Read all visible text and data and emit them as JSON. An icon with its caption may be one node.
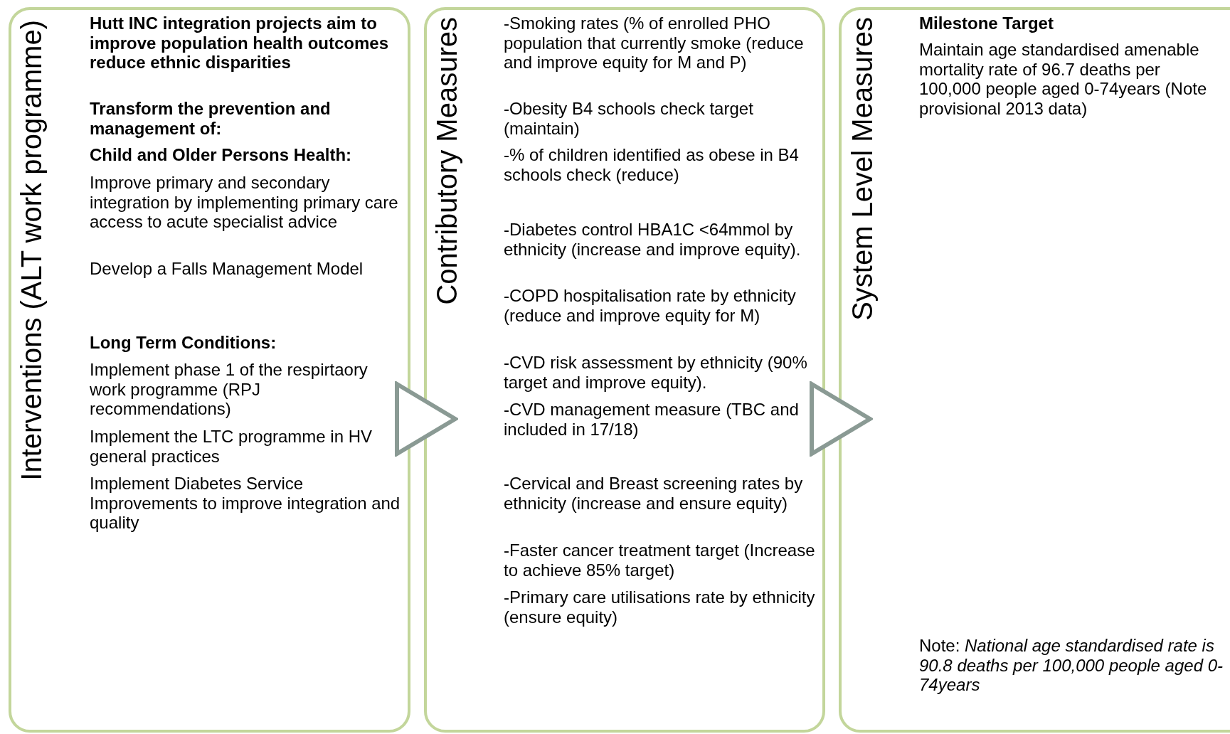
{
  "diagram": {
    "nodes": [
      {
        "text": [
          "Interventions (ALT work programme)",
          "Hutt INC integration projects aim to improve population health outcomes reduce ethnic disparities",
          "Transform the prevention and management of:",
          "Child and Older Persons Health:",
          "Improve primary and secondary integration by implementing primary care access to acute specialist advice",
          "Develop a Falls Management Model",
          "Long Term Conditions:",
          "Implement phase 1 of  the respirtaory work programme (RPJ recommendations)",
          "Implement the LTC programme in HV general practices",
          "Implement Diabetes Service Improvements  to improve integration and quality"
        ]
      },
      {
        "text": [
          "Contributory Measures",
          "-Smoking rates (% of enrolled PHO population that currently smoke (reduce and improve equity for M and P)",
          "-Obesity B4 schools check target (maintain)",
          "-% of children identified as obese in B4 schools check (reduce)",
          "-Diabetes control HBA1C <64mmol by ethnicity (increase and improve equity).",
          "-COPD hospitalisation rate by ethnicity  (reduce and improve equity for M)",
          "-CVD risk assessment by ethnicity (90% target and improve equity).",
          "-CVD management measure (TBC and included in 17/18)",
          "-Cervical and Breast screening rates by ethnicity (increase and ensure equity)",
          "-Faster cancer treatment target (Increase to achieve 85% target)",
          "-Primary care utilisations rate by ethnicity (ensure equity)"
        ]
      },
      {
        "text": [
          "System Level Measures",
          "Milestone Target",
          "Maintain age standardised amenable mortality rate of 96.7 deaths per 100,000 people aged 0-74years (Note provisional 2013 data)",
          "Note: *National age standardised rate is 90.8 deaths per 100,000 people aged 0-74years*"
        ]
      }
    ],
    "edges": [
      {
        "from": 0,
        "to": 1,
        "arrow": "to"
      },
      {
        "from": 1,
        "to": 2,
        "arrow": "to"
      }
    ]
  }
}
